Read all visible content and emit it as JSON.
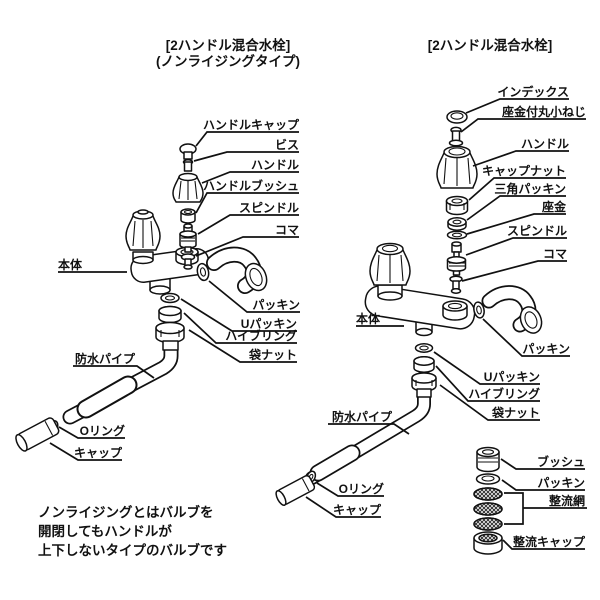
{
  "page": {
    "background": "#ffffff",
    "line_color": "#111111"
  },
  "left_diagram": {
    "title_line1": "[2ハンドル混合水栓]",
    "title_line2": "(ノンライジングタイプ)",
    "labels": {
      "handle_cap": "ハンドルキャップ",
      "screw": "ビス",
      "handle": "ハンドル",
      "handle_bush": "ハンドルブッシュ",
      "spindle": "スピンドル",
      "koma": "コマ",
      "body": "本体",
      "packing": "パッキン",
      "u_packing": "Uパッキン",
      "pipe_ring": "ハイブリング",
      "bag_nut": "袋ナット",
      "waterproof_pipe": "防水パイプ",
      "o_ring": "Oリング",
      "cap": "キャップ"
    },
    "note_line1": "ノンライジングとはバルブを",
    "note_line2": "開閉してもハンドルが",
    "note_line3": "上下しないタイプのバルブです"
  },
  "right_diagram": {
    "title": "[2ハンドル混合水栓]",
    "labels": {
      "index": "インデックス",
      "washer_screw": "座金付丸小ねじ",
      "handle": "ハンドル",
      "cap_nut": "キャップナット",
      "triangle_packing": "三角パッキン",
      "washer": "座金",
      "spindle": "スピンドル",
      "koma": "コマ",
      "body": "本体",
      "packing": "パッキン",
      "u_packing": "Uパッキン",
      "pipe_ring": "ハイブリング",
      "bag_nut": "袋ナット",
      "waterproof_pipe": "防水パイプ",
      "o_ring": "Oリング",
      "cap": "キャップ",
      "bush": "ブッシュ",
      "spout_packing": "パッキン",
      "flow_mesh": "整流網",
      "flow_cap": "整流キャップ"
    }
  }
}
